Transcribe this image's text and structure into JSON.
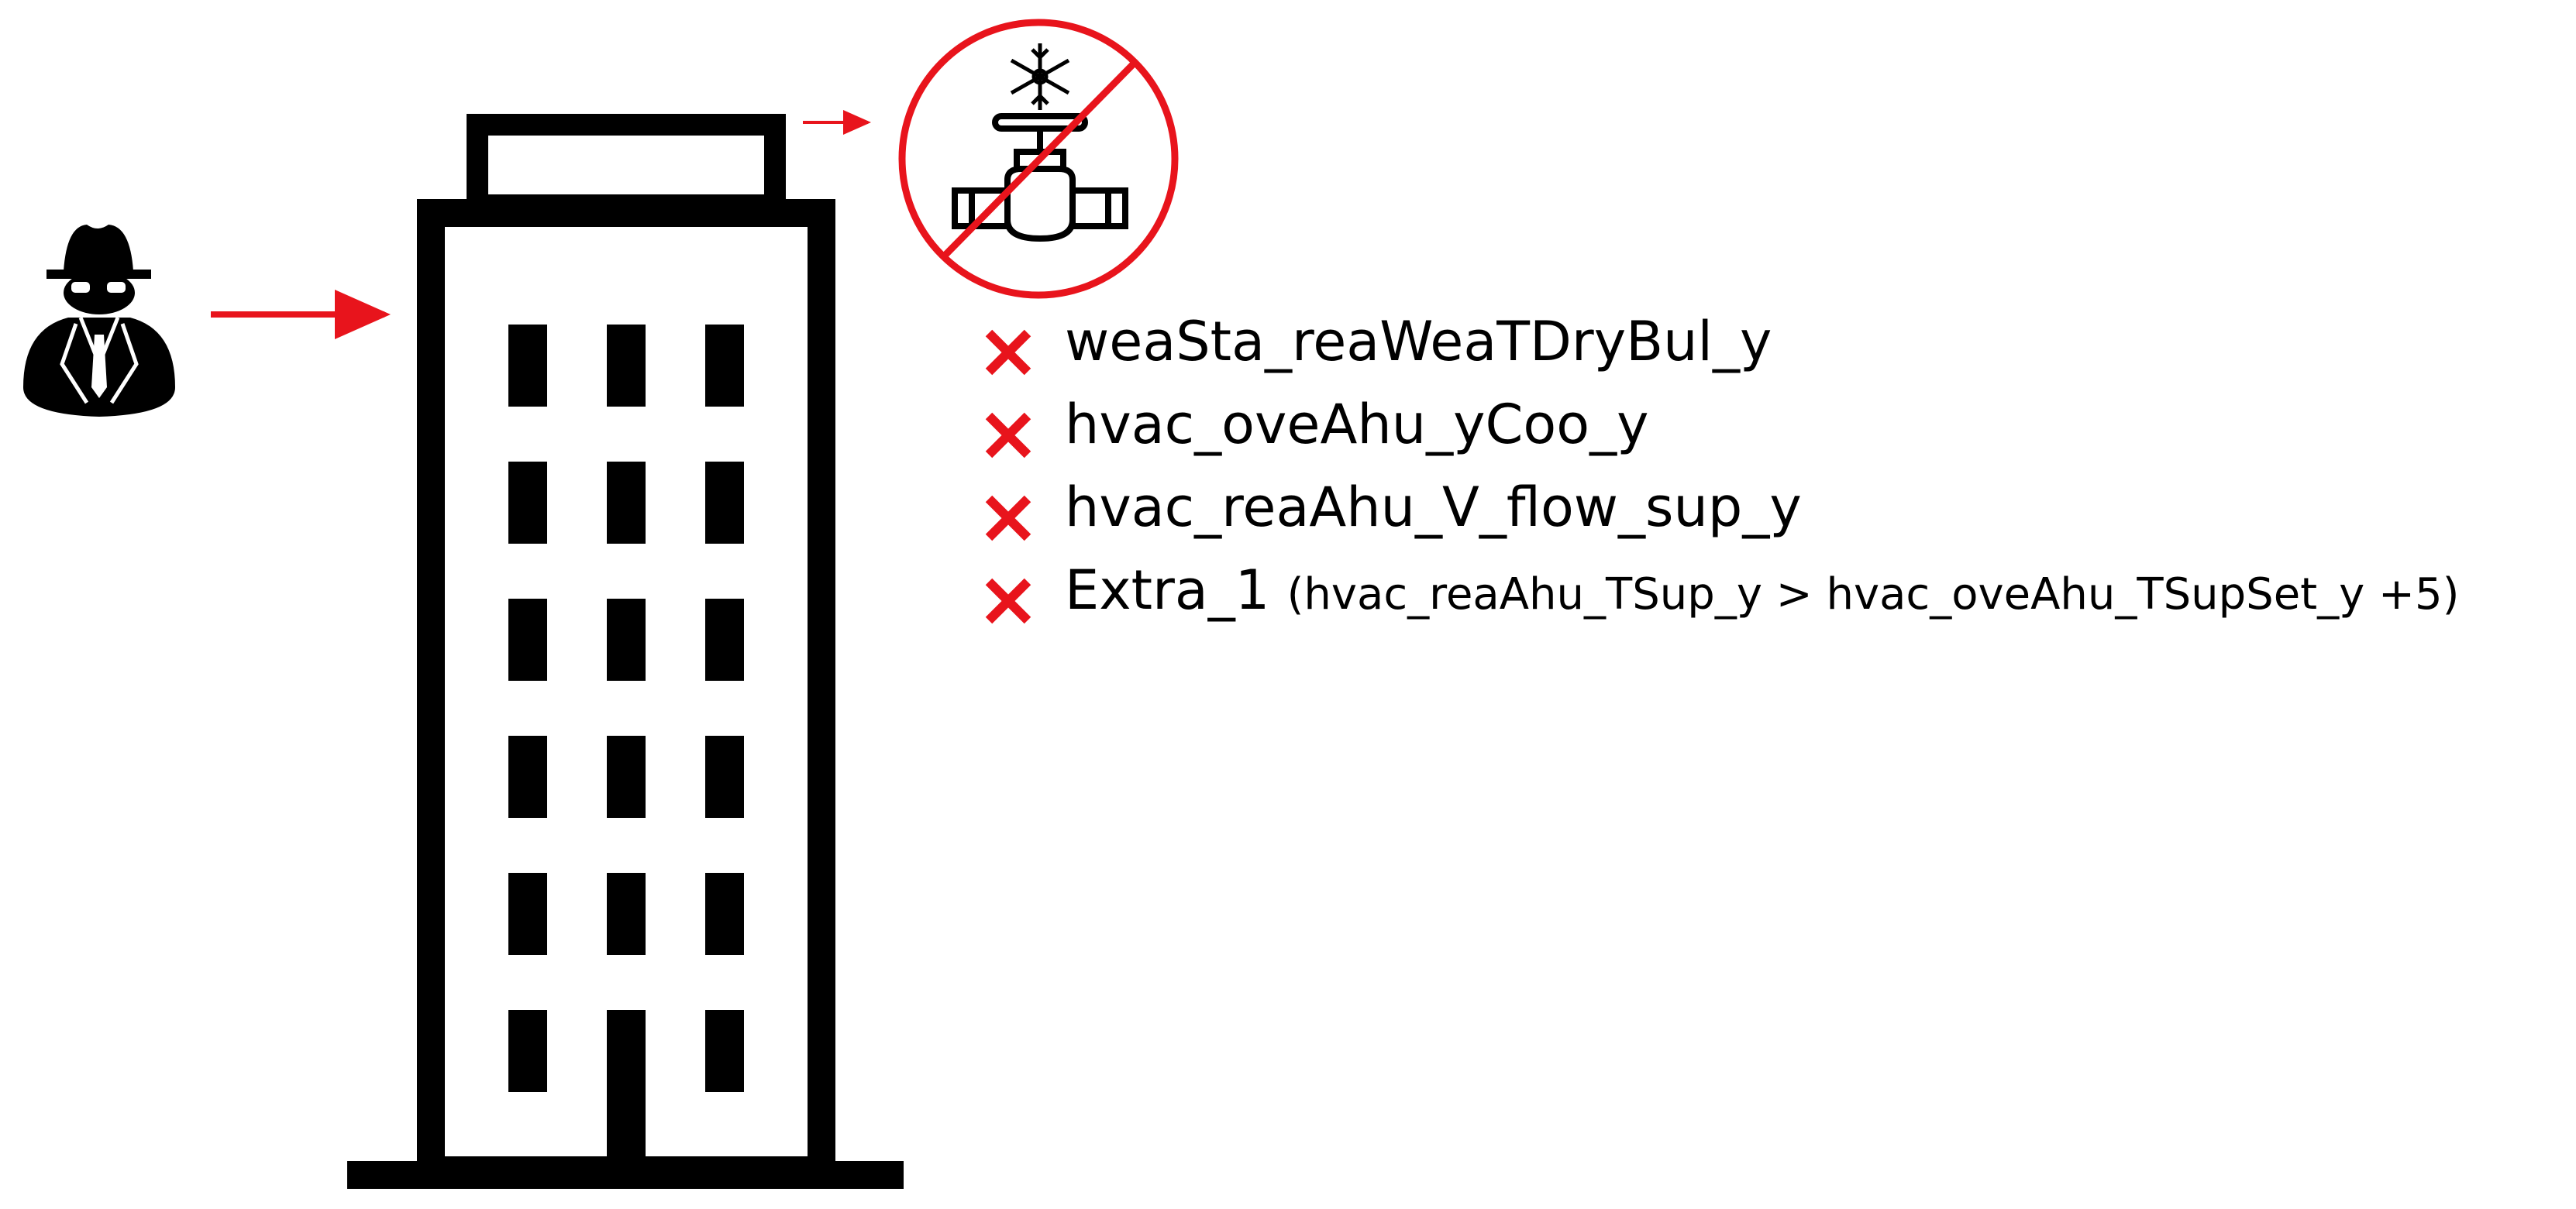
{
  "colors": {
    "accent": "#e8141c",
    "ink": "#000000"
  },
  "icons": {
    "attacker": "spy-icon",
    "building": "building-icon",
    "valve": "cooling-valve-icon",
    "prohibited": "prohibited-icon",
    "failed": "x-mark-icon"
  },
  "items": [
    {
      "label": "weaSta_reaWeaTDryBul_y",
      "note": ""
    },
    {
      "label": "hvac_oveAhu_yCoo_y",
      "note": ""
    },
    {
      "label": "hvac_reaAhu_V_flow_sup_y",
      "note": ""
    },
    {
      "label": "Extra_1",
      "note": "(hvac_reaAhu_TSup_y > hvac_oveAhu_TSupSet_y +5)"
    }
  ]
}
